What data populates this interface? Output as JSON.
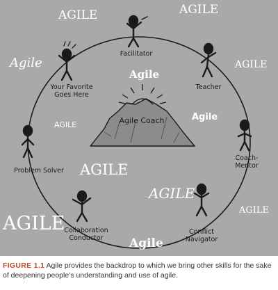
{
  "background_words": [
    {
      "text": "AGILE",
      "style": "caps"
    },
    {
      "text": "AGILE",
      "style": "caps"
    },
    {
      "text": "Agile",
      "style": "italic"
    },
    {
      "text": "AGILE",
      "style": "caps"
    },
    {
      "text": "Agile",
      "style": "bold"
    },
    {
      "text": "Agile",
      "style": "bold"
    },
    {
      "text": "AGILE",
      "style": "caps"
    },
    {
      "text": "AGILE",
      "style": "caps"
    },
    {
      "text": "AGILE",
      "style": "italic"
    },
    {
      "text": "AGILE",
      "style": "caps"
    },
    {
      "text": "AGILE",
      "style": "caps"
    },
    {
      "text": "Agile",
      "style": "bold"
    }
  ],
  "center": {
    "label": "Agile Coach"
  },
  "roles": [
    {
      "id": "facilitator",
      "label": "Facilitator"
    },
    {
      "id": "teacher",
      "label": "Teacher"
    },
    {
      "id": "coach-mentor",
      "label": "Coach-Mentor"
    },
    {
      "id": "conflict-navigator",
      "label": "Conflict\nNavigator"
    },
    {
      "id": "collaboration-conductor",
      "label": "Collaboration\nConductor"
    },
    {
      "id": "problem-solver",
      "label": "Problem Solver"
    },
    {
      "id": "your-favorite",
      "label": "Your Favorite\nGoes Here"
    }
  ],
  "caption": {
    "label": "FIGURE 1.1",
    "text": "Agile provides the backdrop to which we bring other skills for the sake of deepening people’s understanding and use of agile."
  },
  "colors": {
    "background": "#a9a9a9",
    "ink": "#1a1a1a",
    "mountain": "#8a8a8a",
    "caption_label": "#b84a2e"
  }
}
